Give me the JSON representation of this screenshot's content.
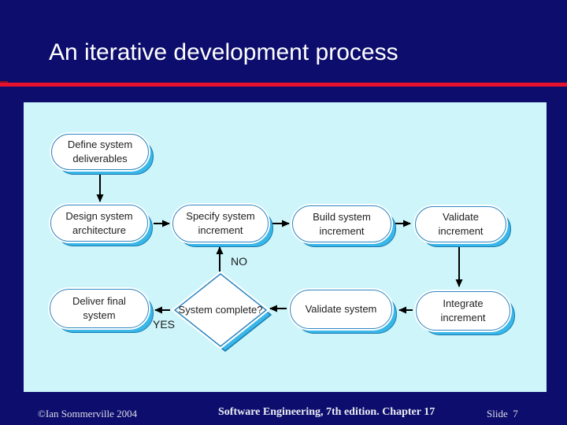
{
  "slide": {
    "title": "An iterative development process"
  },
  "diagram": {
    "nodes": [
      {
        "id": "define",
        "label": "Define system deliverables"
      },
      {
        "id": "design",
        "label": "Design system architecture"
      },
      {
        "id": "specify",
        "label": "Specify system increment"
      },
      {
        "id": "build",
        "label": "Build system increment"
      },
      {
        "id": "validate_increment",
        "label": "Validate increment"
      },
      {
        "id": "deliver",
        "label": "Deliver final system"
      },
      {
        "id": "validate_system",
        "label": "Validate system"
      },
      {
        "id": "integrate",
        "label": "Integrate increment"
      }
    ],
    "decision": {
      "label": "System complete?"
    },
    "edge_labels": {
      "no": "NO",
      "yes": "YES"
    },
    "colors": {
      "panel_background": "#cdf5fa",
      "node_fill": "#ffffff",
      "node_border": "#2e86c1",
      "node_shadow": "#38b7e8",
      "arrow": "#000000"
    }
  },
  "footer": {
    "copyright": "©Ian Sommerville 2004",
    "center": "Software Engineering, 7th edition. Chapter 17",
    "slide_label": "Slide  7"
  },
  "theme": {
    "background": "#0d0d6d",
    "rule_color": "#e8112d",
    "title_color": "#ffffff"
  }
}
